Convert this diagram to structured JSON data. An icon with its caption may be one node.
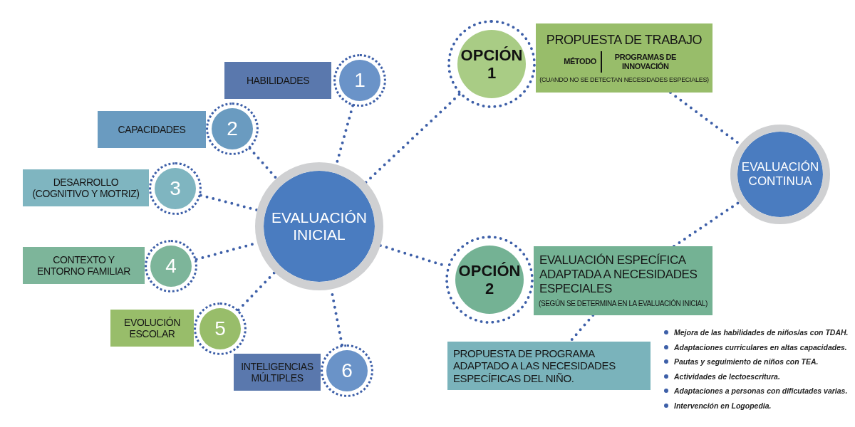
{
  "diagram": {
    "nodes": [
      {
        "text": [
          "HABILIDADES"
        ]
      },
      {
        "text": [
          "1"
        ]
      },
      {
        "text": [
          "CAPACIDADES"
        ]
      },
      {
        "text": [
          "2"
        ]
      },
      {
        "text": [
          "DESARROLLO (COGNITIVO Y MOTRIZ)"
        ]
      },
      {
        "text": [
          "3"
        ]
      },
      {
        "text": [
          "CONTEXTO Y ENTORNO FAMILIAR"
        ]
      },
      {
        "text": [
          "4"
        ]
      },
      {
        "text": [
          "EVOLUCIÓN ESCOLAR"
        ]
      },
      {
        "text": [
          "5"
        ]
      },
      {
        "text": [
          "INTELIGENCIAS MÚLTIPLES"
        ]
      },
      {
        "text": [
          "6"
        ]
      },
      {
        "text": [
          "EVALUACIÓN INICIAL"
        ]
      },
      {
        "text": [
          "OPCIÓN 1"
        ]
      },
      {
        "text": [
          "PROPUESTA DE TRABAJO",
          "MÉTODO",
          "PROGRAMAS DE INNOVACIÓN",
          "(CUANDO NO SE DETECTAN NECESIDADES ESPECIALES)"
        ]
      },
      {
        "text": [
          "EVALUACIÓN CONTINUA"
        ]
      },
      {
        "text": [
          "OPCIÓN 2"
        ]
      },
      {
        "text": [
          "EVALUACIÓN ESPECÍFICA ADAPTADA A NECESIDADES ESPECIALES",
          "(SEGÚN SE DETERMINA EN LA EVALUACIÓN INICIAL)"
        ]
      },
      {
        "text": [
          "PROPUESTA DE PROGRAMA ADAPTADO A LAS NECESIDADES ESPECÍFICAS DEL NIÑO."
        ]
      }
    ],
    "edges": [
      {
        "from": 1,
        "to": 12,
        "arrow": "none",
        "style": "dashed"
      },
      {
        "from": 3,
        "to": 12,
        "arrow": "none",
        "style": "dashed"
      },
      {
        "from": 5,
        "to": 12,
        "arrow": "none",
        "style": "dashed"
      },
      {
        "from": 7,
        "to": 12,
        "arrow": "none",
        "style": "dashed"
      },
      {
        "from": 9,
        "to": 12,
        "arrow": "none",
        "style": "dashed"
      },
      {
        "from": 11,
        "to": 12,
        "arrow": "none",
        "style": "dashed"
      },
      {
        "from": 12,
        "to": 13,
        "arrow": "none",
        "style": "dashed"
      },
      {
        "from": 12,
        "to": 16,
        "arrow": "none",
        "style": "dashed"
      },
      {
        "from": 14,
        "to": 15,
        "arrow": "none",
        "style": "dashed"
      },
      {
        "from": 17,
        "to": 15,
        "arrow": "none",
        "style": "dashed"
      },
      {
        "from": 17,
        "to": 18,
        "arrow": "none",
        "style": "dashed"
      }
    ],
    "labels": [
      "Mejora de las habilidades de niños/as con TDAH.",
      "Adaptaciones curriculares en altas capacidades.",
      "Pautas y seguimiento de niños con TEA.",
      "Actividades de lectoescritura.",
      "Adaptaciones a personas con dificutades varias.",
      "Intervención en Logopedia."
    ]
  }
}
